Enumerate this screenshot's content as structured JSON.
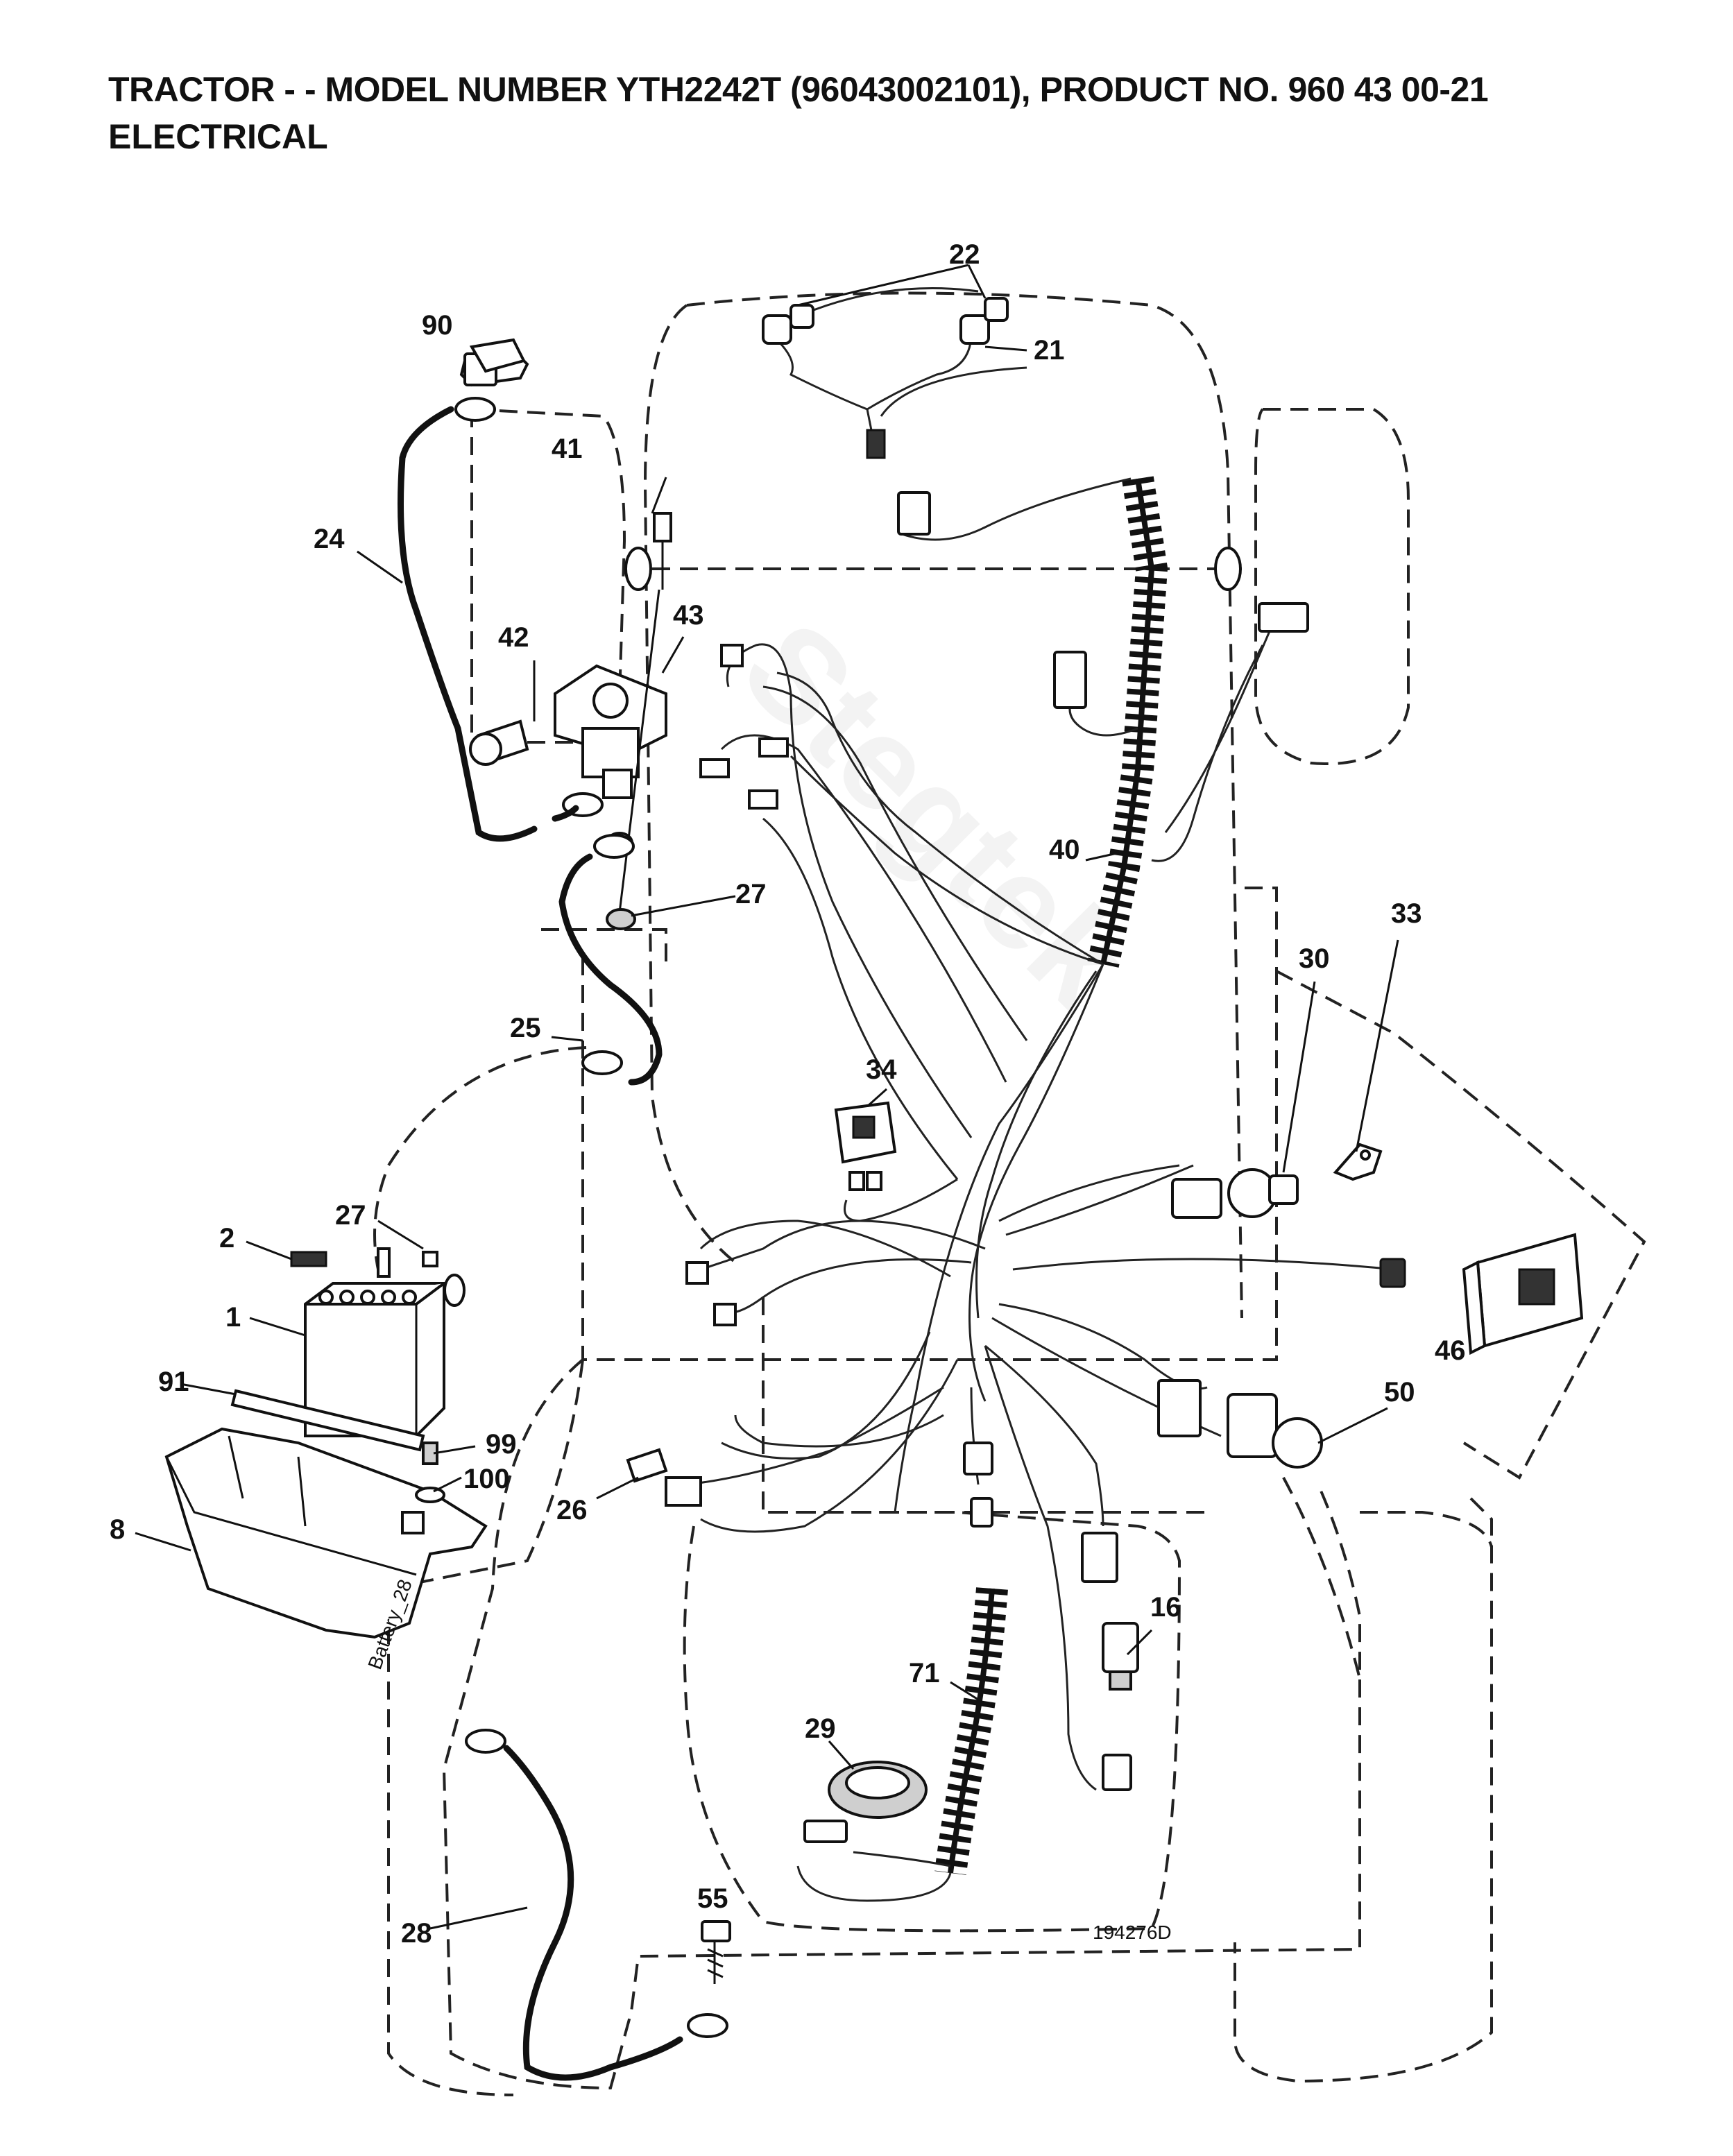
{
  "header": {
    "title": "TRACTOR - - MODEL NUMBER YTH2242T (96043002101), PRODUCT NO. 960 43 00-21",
    "subtitle": "ELECTRICAL"
  },
  "callouts": {
    "c1": "1",
    "c2": "2",
    "c8": "8",
    "c16": "16",
    "c21": "21",
    "c22": "22",
    "c24": "24",
    "c25": "25",
    "c26": "26",
    "c27a": "27",
    "c27b": "27",
    "c28": "28",
    "c29": "29",
    "c30": "30",
    "c33": "33",
    "c34": "34",
    "c40": "40",
    "c41": "41",
    "c42": "42",
    "c43": "43",
    "c46": "46",
    "c50": "50",
    "c55": "55",
    "c71": "71",
    "c90": "90",
    "c91": "91",
    "c99": "99",
    "c100": "100"
  },
  "battery_mark": "Battery_28",
  "drawing_number": "194276D",
  "watermark": "Stegtek"
}
